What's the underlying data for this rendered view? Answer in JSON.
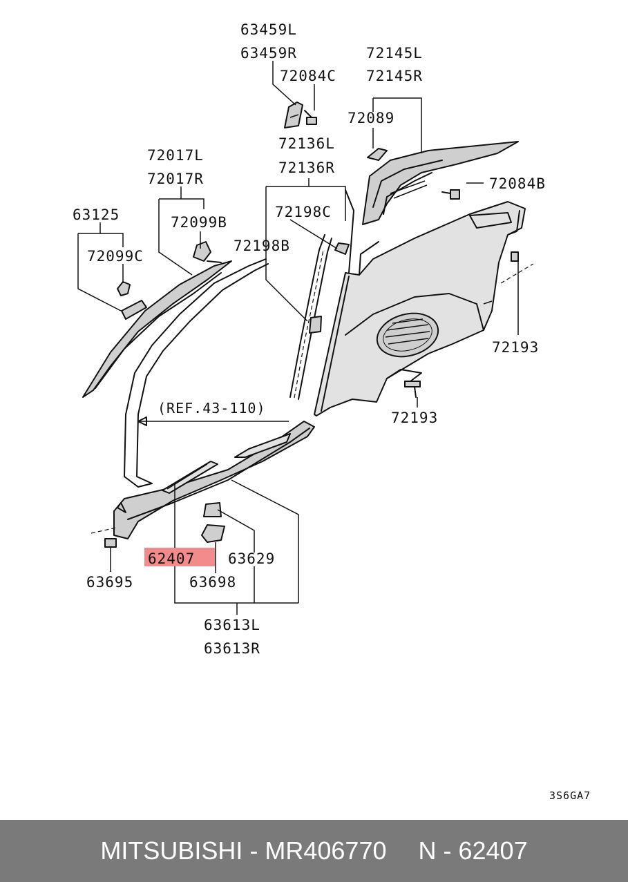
{
  "labels": {
    "p63459l": "63459L",
    "p63459r": "63459R",
    "p72084c": "72084C",
    "p72145l": "72145L",
    "p72145r": "72145R",
    "p72089": "72089",
    "p72136l": "72136L",
    "p72136r": "72136R",
    "p72084b": "72084B",
    "p72017l": "72017L",
    "p72017r": "72017R",
    "p72099b": "72099B",
    "p63125": "63125",
    "p72099c": "72099C",
    "p72198c": "72198C",
    "p72198b": "72198B",
    "p72193a": "72193",
    "p72193b": "72193",
    "ref": "(REF.43-110)",
    "p62407": "62407",
    "p63629": "63629",
    "p63695": "63695",
    "p63698": "63698",
    "p63613l": "63613L",
    "p63613r": "63613R"
  },
  "highlight_color": "#f28b8b",
  "diagram_code": "3S6GA7",
  "footer": {
    "brand_part": "MITSUBISHI - MR406770",
    "ref_number": "N - 62407"
  }
}
